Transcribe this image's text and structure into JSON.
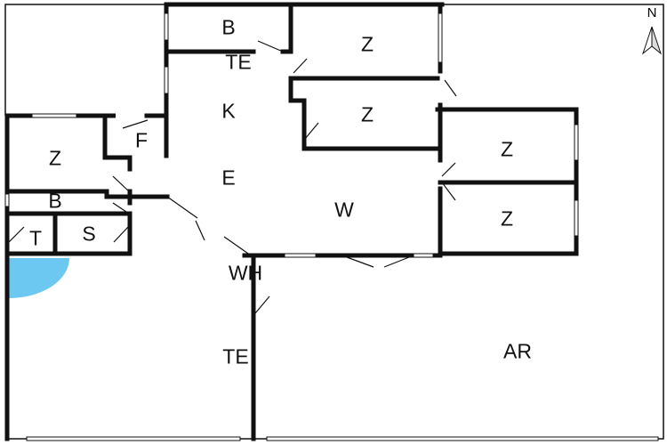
{
  "rooms": [
    {
      "label": "B"
    },
    {
      "label": "TE"
    },
    {
      "label": "Z"
    },
    {
      "label": "K"
    },
    {
      "label": "Z"
    },
    {
      "label": "F"
    },
    {
      "label": "Z"
    },
    {
      "label": "Z"
    },
    {
      "label": "E"
    },
    {
      "label": "B"
    },
    {
      "label": "W"
    },
    {
      "label": "Z"
    },
    {
      "label": "T"
    },
    {
      "label": "S"
    },
    {
      "label": "WH"
    },
    {
      "label": "TE"
    },
    {
      "label": "AR"
    }
  ],
  "compass": {
    "label": "N"
  },
  "colors": {
    "wall": "#111111",
    "pool": "#6cc8f0"
  }
}
